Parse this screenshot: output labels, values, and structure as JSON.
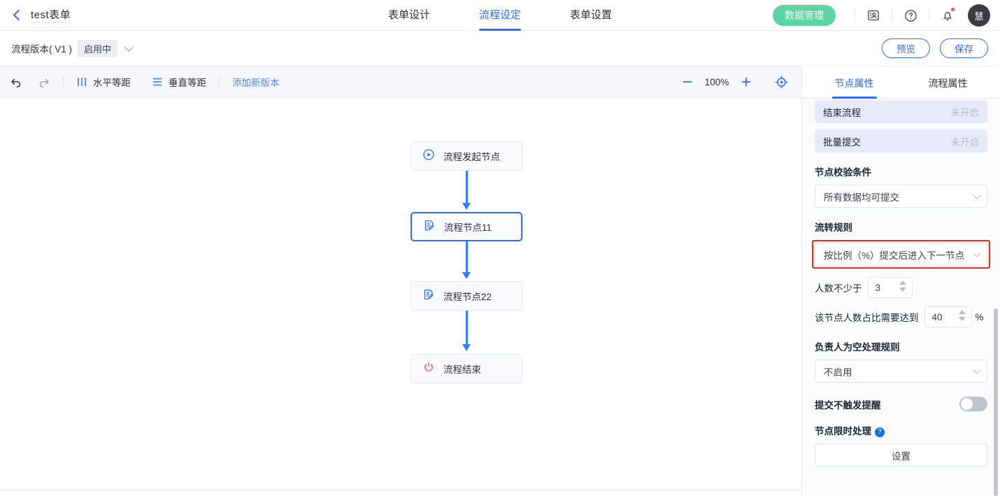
{
  "header": {
    "doc_title": "test表单",
    "back_icon": "back-chevron-icon",
    "nav_tabs": [
      {
        "label": "表单设计",
        "active": false
      },
      {
        "label": "流程设定",
        "active": true
      },
      {
        "label": "表单设置",
        "active": false
      }
    ],
    "data_mgmt_label": "数据管理",
    "data_mgmt_color": "#5cd6a0",
    "icons": [
      "contact-card-icon",
      "help-circle-icon",
      "bell-icon"
    ],
    "notification_badge": true,
    "avatar_text": "慧"
  },
  "version_bar": {
    "label": "流程版本( V1 )",
    "status_badge": "启用中",
    "preview_label": "预览",
    "save_label": "保存"
  },
  "toolbar": {
    "undo_icon": "undo-arrow-icon",
    "redo_icon": "redo-arrow-icon",
    "align_h_label": "水平等距",
    "align_v_label": "垂直等距",
    "add_version_label": "添加新版本",
    "zoom_out_icon": "minus-icon",
    "zoom_value": "100%",
    "zoom_in_icon": "plus-icon",
    "fit_icon": "crosshair-target-icon"
  },
  "flow": {
    "nodes": [
      {
        "label": "流程发起节点",
        "icon": "play-circle-icon",
        "selected": false
      },
      {
        "label": "流程节点11",
        "icon": "edit-document-icon",
        "selected": true
      },
      {
        "label": "流程节点22",
        "icon": "edit-document-icon",
        "selected": false
      },
      {
        "label": "流程结束",
        "icon": "power-off-icon",
        "selected": false
      }
    ],
    "edge_color": "#2f7fff"
  },
  "panel": {
    "tabs": [
      {
        "label": "节点属性",
        "active": true
      },
      {
        "label": "流程属性",
        "active": false
      }
    ],
    "switch_rows": [
      {
        "label": "结束流程",
        "state": "未开启"
      },
      {
        "label": "批量提交",
        "state": "未开启"
      }
    ],
    "validate": {
      "label": "节点校验条件",
      "value": "所有数据均可提交"
    },
    "transfer": {
      "label": "流转规则",
      "value": "按比例（%）提交后进入下一节点",
      "highlight_color": "#ee2a1e",
      "min_people_label": "人数不少于",
      "min_people_value": "3",
      "ratio_label": "该节点人数占比需要达到",
      "ratio_value": "40",
      "ratio_unit": "%"
    },
    "empty_owner": {
      "label": "负责人为空处理规则",
      "value": "不启用"
    },
    "no_remind": {
      "label": "提交不触发提醒",
      "enabled": false
    },
    "time_limit": {
      "label": "节点限时处理",
      "help_icon": "question-help-icon",
      "button_label": "设置"
    }
  }
}
